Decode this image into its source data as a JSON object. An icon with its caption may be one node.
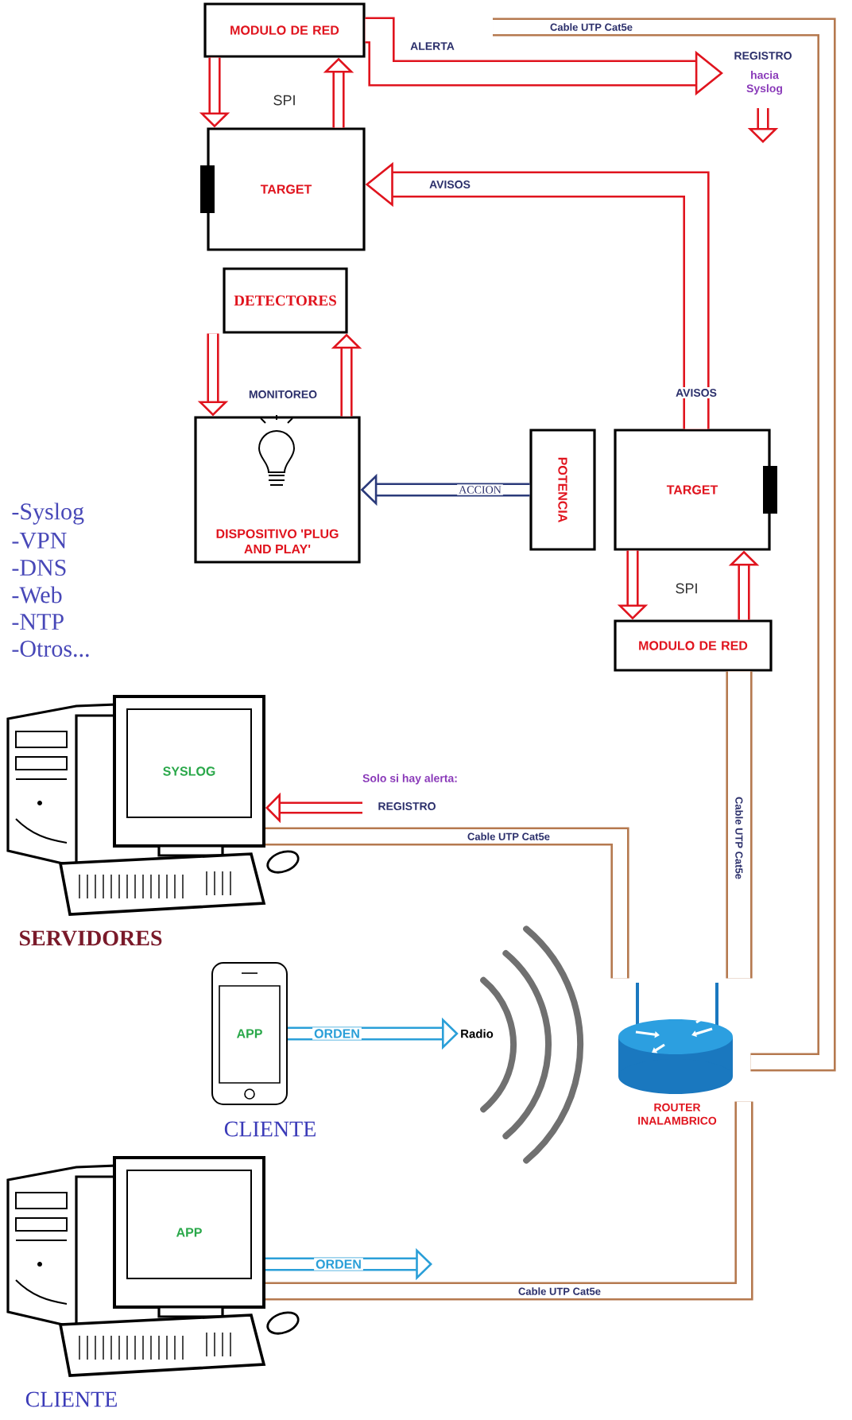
{
  "diagram": {
    "nodes": [
      {
        "text": [
          "MODULO DE RED"
        ]
      },
      {
        "text": [
          "TARGET"
        ]
      },
      {
        "text": [
          "DETECTORES"
        ]
      },
      {
        "text": [
          "DISPOSITIVO 'PLUG AND PLAY'"
        ]
      },
      {
        "text": [
          "POTENCIA"
        ]
      },
      {
        "text": [
          "TARGET"
        ]
      },
      {
        "text": [
          "MODULO DE RED"
        ]
      },
      {
        "text": [
          "SYSLOG"
        ],
        "beside": [
          "SERVIDORES"
        ]
      },
      {
        "text": [
          "APP"
        ],
        "beside": [
          "CLIENTE"
        ]
      },
      {
        "text": [
          "Radio"
        ]
      },
      {
        "text": [
          "ROUTER INALAMBRICO"
        ]
      },
      {
        "text": [
          "APP"
        ],
        "beside": [
          "CLIENTE"
        ]
      }
    ],
    "edges": [
      {
        "from": 0,
        "to": 1,
        "arrow": "to"
      },
      {
        "from": 1,
        "to": 0,
        "arrow": "to"
      },
      {
        "from": 2,
        "to": 3,
        "arrow": "to"
      },
      {
        "from": 3,
        "to": 2,
        "arrow": "to"
      },
      {
        "from": 5,
        "to": 1,
        "arrow": "to",
        "label": "AVISOS",
        "style": "thick"
      },
      {
        "from": 0,
        "to": null,
        "arrow": "to",
        "label": "ALERTA",
        "style": "thick"
      },
      {
        "from": 4,
        "to": 3,
        "arrow": "to",
        "label": "ACCION",
        "color": "#2b3a7a"
      },
      {
        "from": 5,
        "to": 6,
        "arrow": "to"
      },
      {
        "from": 6,
        "to": 5,
        "arrow": "to"
      },
      {
        "from": null,
        "to": 7,
        "arrow": "to",
        "label": "REGISTRO"
      },
      {
        "from": 8,
        "to": 9,
        "arrow": "to",
        "label": "ORDEN",
        "color": "#2a9fd8"
      },
      {
        "from": 11,
        "to": null,
        "arrow": "to",
        "label": "ORDEN",
        "color": "#2a9fd8"
      },
      {
        "from": null,
        "to": 10,
        "arrow": "none",
        "label": "Cable UTP Cat5e",
        "color": "#b5794f"
      },
      {
        "from": 6,
        "to": 10,
        "arrow": "none",
        "label": "Cable UTP Cat5e",
        "color": "#b5794f",
        "style": "thick"
      },
      {
        "from": 10,
        "to": 7,
        "arrow": "none",
        "label": "Cable UTP Cat5e",
        "color": "#b5794f"
      },
      {
        "from": 10,
        "to": 11,
        "arrow": "none",
        "label": "Cable UTP Cat5e",
        "color": "#b5794f"
      }
    ],
    "labels": [
      "REGISTRO",
      "hacia Syslog",
      "SPI",
      "AVISOS",
      "MONITOREO",
      "-Syslog",
      "-VPN",
      "-DNS",
      "-Web",
      "-NTP",
      "-Otros...",
      "SPI",
      "Solo si hay alerta:"
    ]
  }
}
